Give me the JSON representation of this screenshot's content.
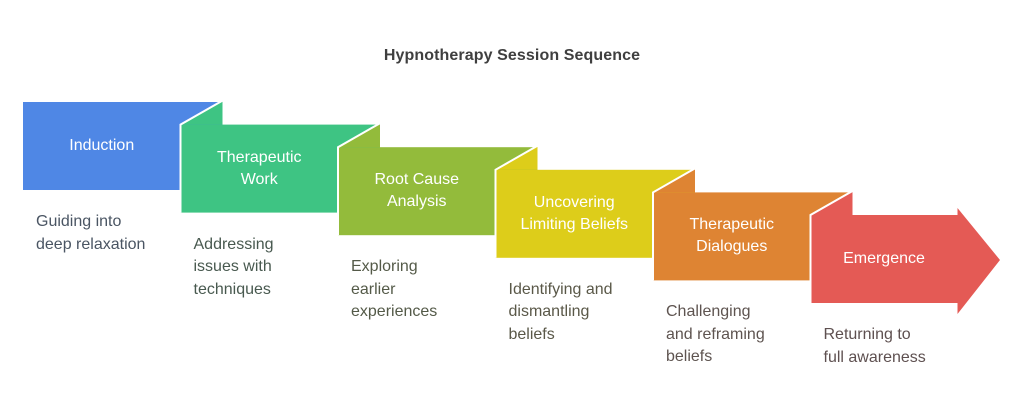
{
  "title": "Hypnotherapy Session Sequence",
  "steps": [
    {
      "label": "Induction",
      "description": "Guiding into\ndeep relaxation",
      "color": "#4F87E5",
      "text_color": "#4a5563"
    },
    {
      "label": "Therapeutic\nWork",
      "description": "Addressing\nissues with\ntechniques",
      "color": "#3EC483",
      "text_color": "#48594f"
    },
    {
      "label": "Root Cause\nAnalysis",
      "description": "Exploring\nearlier\nexperiences",
      "color": "#93BB3B",
      "text_color": "#545a48"
    },
    {
      "label": "Uncovering\nLimiting Beliefs",
      "description": "Identifying and\ndismantling\nbeliefs",
      "color": "#DDCD1A",
      "text_color": "#5a5848"
    },
    {
      "label": "Therapeutic\nDialogues",
      "description": "Challenging\nand reframing\nbeliefs",
      "color": "#DE8433",
      "text_color": "#5e5450"
    },
    {
      "label": "Emergence",
      "description": "Returning to\nfull awareness",
      "color": "#E45A55",
      "text_color": "#5e5050"
    }
  ]
}
